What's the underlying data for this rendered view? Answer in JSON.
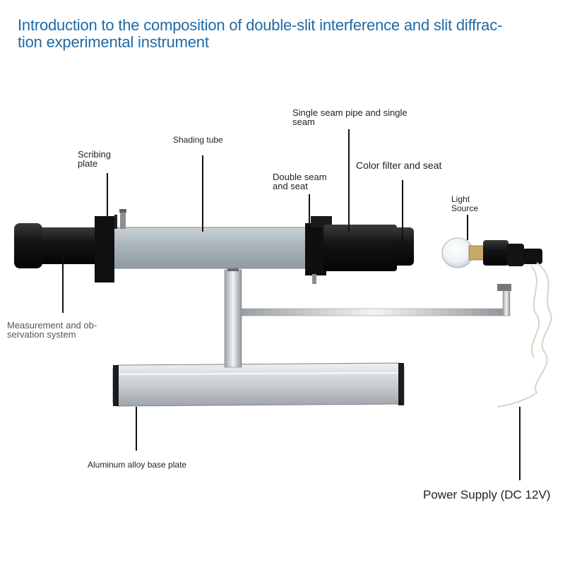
{
  "title": "Introduction to the composition of double-slit interference and slit diffrac-\ntion experimental instrument",
  "labels": {
    "scribing_plate": "Scribing\nplate",
    "shading_tube": "Shading tube",
    "single_seam": "Single seam pipe and single\nseam",
    "double_seam": "Double seam\nand seat",
    "color_filter": "Color filter and seat",
    "light_source": "Light\nSource",
    "measurement": "Measurement and ob-\nservation system",
    "base_plate": "Aluminum alloy base plate",
    "power_supply": "Power Supply (DC 12V)"
  },
  "colors": {
    "title": "#1f6aa5",
    "tube": "#aeb8bf",
    "black_parts": "#141414",
    "aluminum": "#d4d8dc"
  }
}
